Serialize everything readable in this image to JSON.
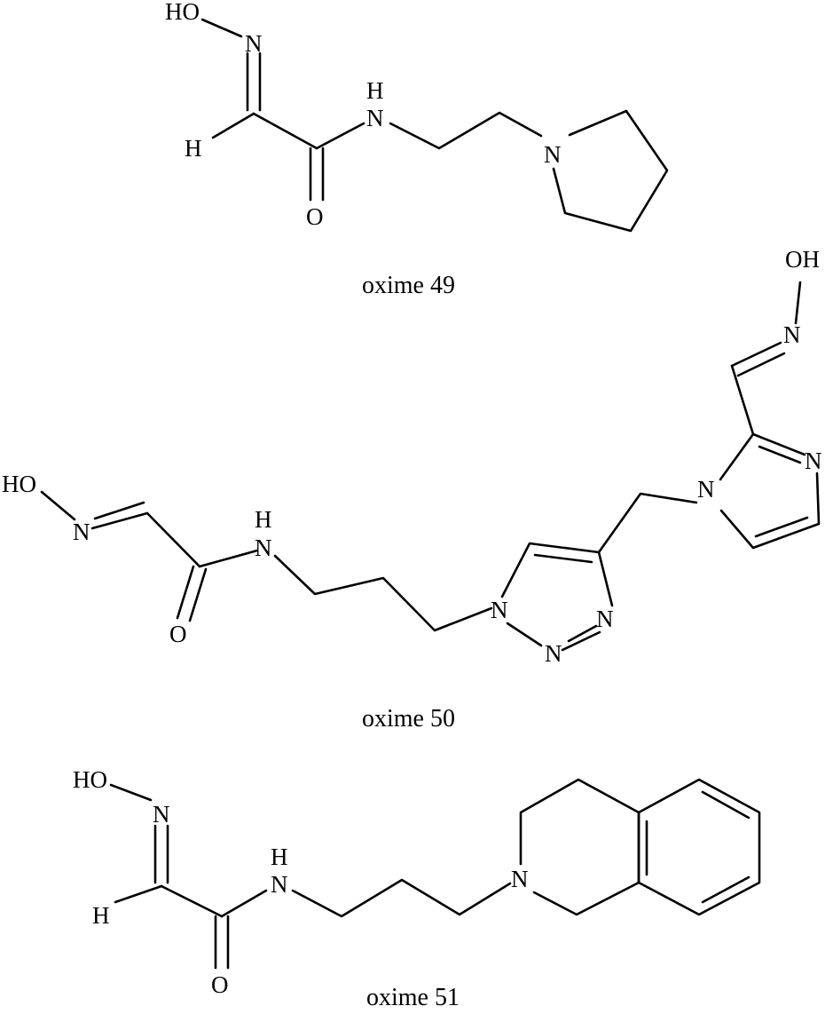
{
  "structures": [
    {
      "caption": "oxime 49",
      "atoms": {
        "ho": "HO",
        "n_oxime": "N",
        "h_ch": "H",
        "h_amide": "H",
        "n_amide": "N",
        "o_carbonyl": "O",
        "n_ring": "N"
      }
    },
    {
      "caption": "oxime 50",
      "atoms": {
        "ho": "HO",
        "n_oxime": "N",
        "h_amide": "H",
        "n_amide": "N",
        "o_carbonyl": "O",
        "n1_triazole": "N",
        "n2_triazole": "N",
        "n3_triazole": "N",
        "n1_imidazole": "N",
        "n3_imidazole": "N",
        "oh2": "OH",
        "n_oxime2": "N"
      }
    },
    {
      "caption": "oxime 51",
      "atoms": {
        "ho": "HO",
        "n_oxime": "N",
        "h_ch": "H",
        "h_amide": "H",
        "n_amide": "N",
        "o_carbonyl": "O",
        "n_ring": "N"
      }
    }
  ]
}
